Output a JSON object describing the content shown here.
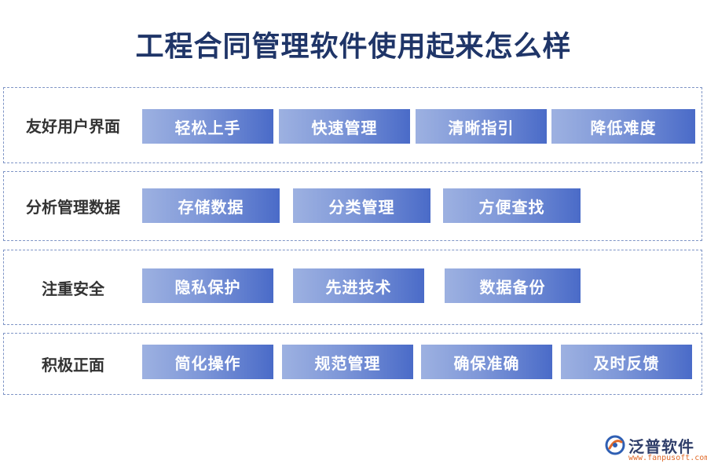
{
  "title": "工程合同管理软件使用起来怎么样",
  "sections": [
    {
      "label": "友好用户界面",
      "tags": [
        "轻松上手",
        "快速管理",
        "清晰指引",
        "降低难度"
      ]
    },
    {
      "label": "分析管理数据",
      "tags": [
        "存储数据",
        "分类管理",
        "方便查找"
      ]
    },
    {
      "label": "注重安全",
      "tags": [
        "隐私保护",
        "先进技术",
        "数据备份"
      ]
    },
    {
      "label": "积极正面",
      "tags": [
        "简化操作",
        "规范管理",
        "确保准确",
        "及时反馈"
      ]
    }
  ],
  "logo": {
    "name": "泛普软件",
    "url": "www.fanpusoft.com",
    "icon": "fanpu-logo-icon"
  },
  "colors": {
    "title": "#1f3568",
    "tag_gradient_end": "#4a6bc8",
    "border": "#7f95c6",
    "logo_accent": "#e06a2a"
  }
}
